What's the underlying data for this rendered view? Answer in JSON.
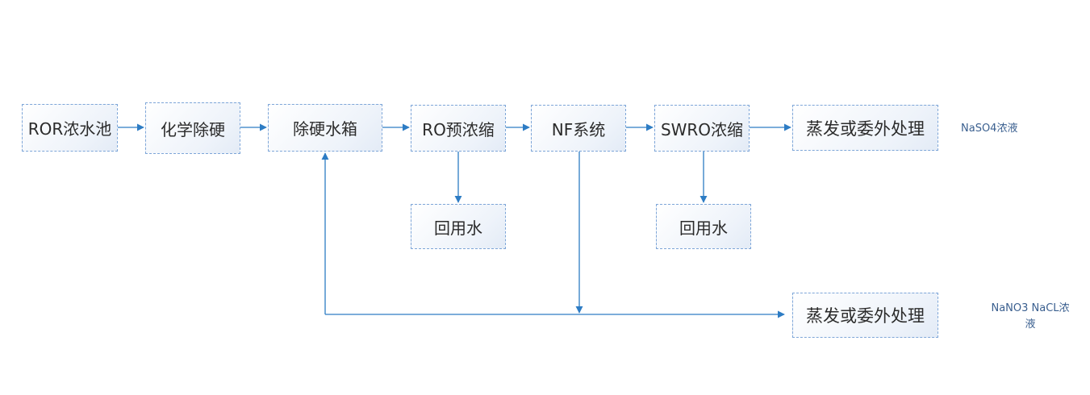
{
  "nodes": {
    "ror_pool": "ROR浓水池",
    "chem_softening": "化学除硬",
    "soft_water_tank": "除硬水箱",
    "ro_preconc": "RO预浓缩",
    "nf_system": "NF系统",
    "swro_conc": "SWRO浓缩",
    "evap_1": "蒸发或委外处理",
    "reuse_1": "回用水",
    "reuse_2": "回用水",
    "evap_2": "蒸发或委外处理"
  },
  "notes": {
    "naso4": "NaSO4浓液",
    "nano3_line1": "NaNO3 NaCL浓",
    "nano3_line2": "液"
  },
  "colors": {
    "border": "#7ea6d8",
    "arrow": "#2d7cc4"
  }
}
